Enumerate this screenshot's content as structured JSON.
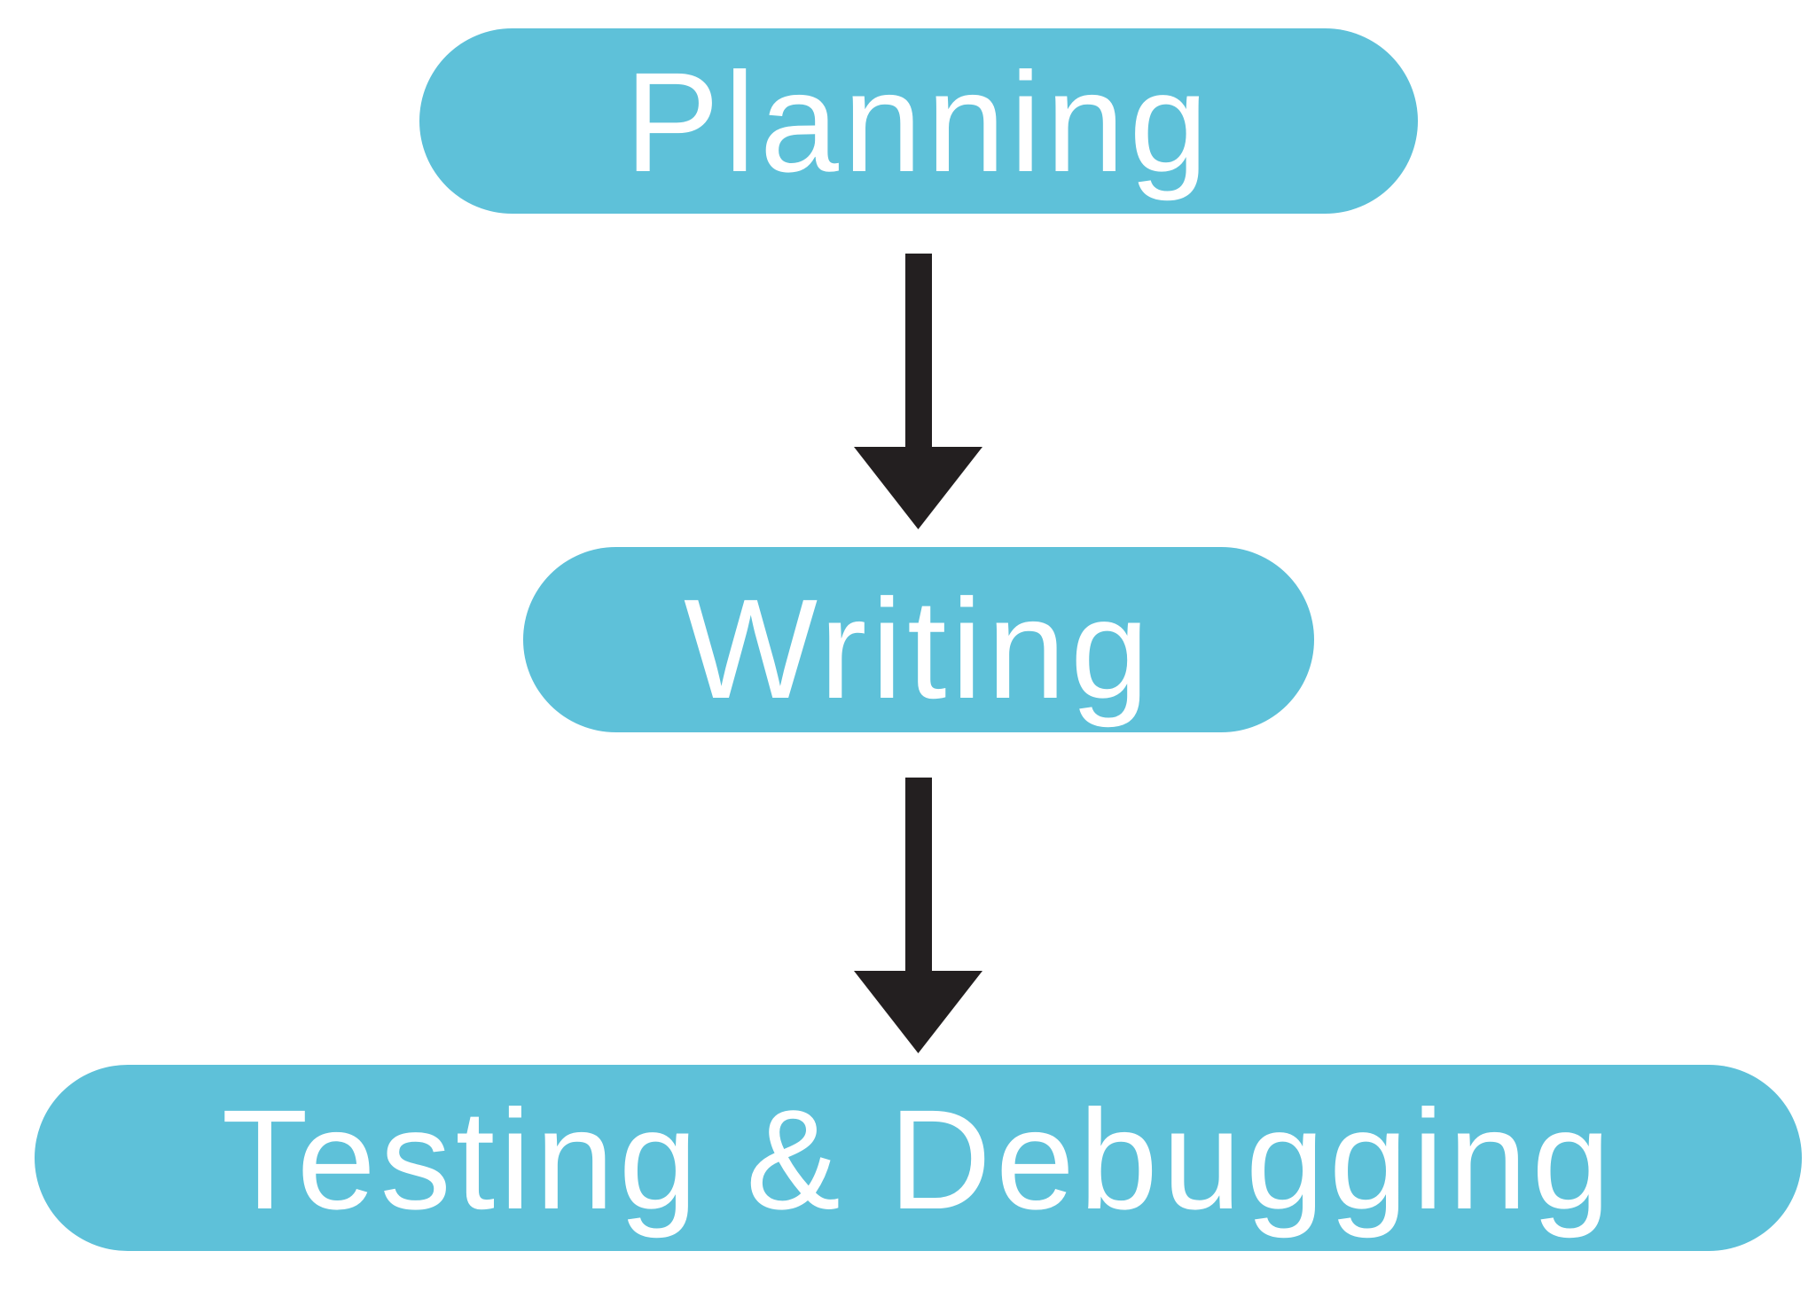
{
  "diagram": {
    "type": "flowchart",
    "direction": "top-to-bottom",
    "colors": {
      "node_fill": "#5EC1D9",
      "node_text": "#FFFFFF",
      "arrow": "#231F20",
      "background": "#FFFFFF"
    },
    "steps": [
      {
        "id": "planning",
        "label": "Planning"
      },
      {
        "id": "writing",
        "label": "Writing"
      },
      {
        "id": "testing-debugging",
        "label": "Testing & Debugging"
      }
    ],
    "connectors": [
      {
        "from": "planning",
        "to": "writing",
        "icon": "arrow-down-icon"
      },
      {
        "from": "writing",
        "to": "testing-debugging",
        "icon": "arrow-down-icon"
      }
    ]
  }
}
